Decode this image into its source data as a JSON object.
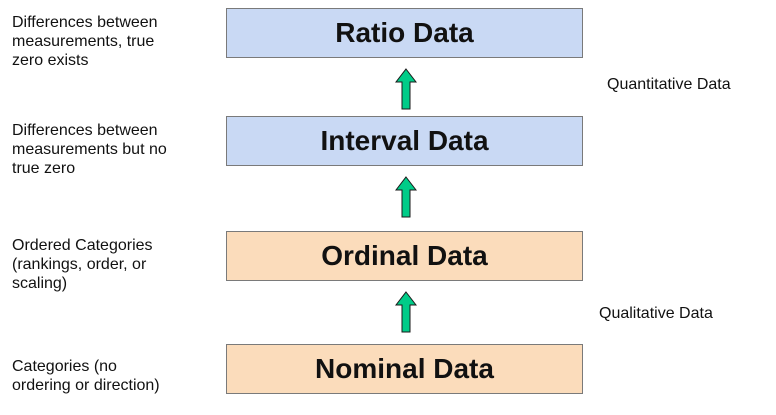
{
  "levels": [
    {
      "title": "Ratio Data",
      "description": "Differences between\nmeasurements, true\nzero exists"
    },
    {
      "title": "Interval Data",
      "description": "Differences between\nmeasurements but no\ntrue zero"
    },
    {
      "title": "Ordinal Data",
      "description": "Ordered Categories\n(rankings, order, or\nscaling)"
    },
    {
      "title": "Nominal Data",
      "description": "Categories (no\nordering or direction)"
    }
  ],
  "groups": {
    "quantitative": "Quantitative Data",
    "qualitative": "Qualitative Data"
  },
  "colors": {
    "quantitative_fill": "#c9d9f4",
    "qualitative_fill": "#fbdcbb",
    "arrow_fill": "#00cc88"
  }
}
